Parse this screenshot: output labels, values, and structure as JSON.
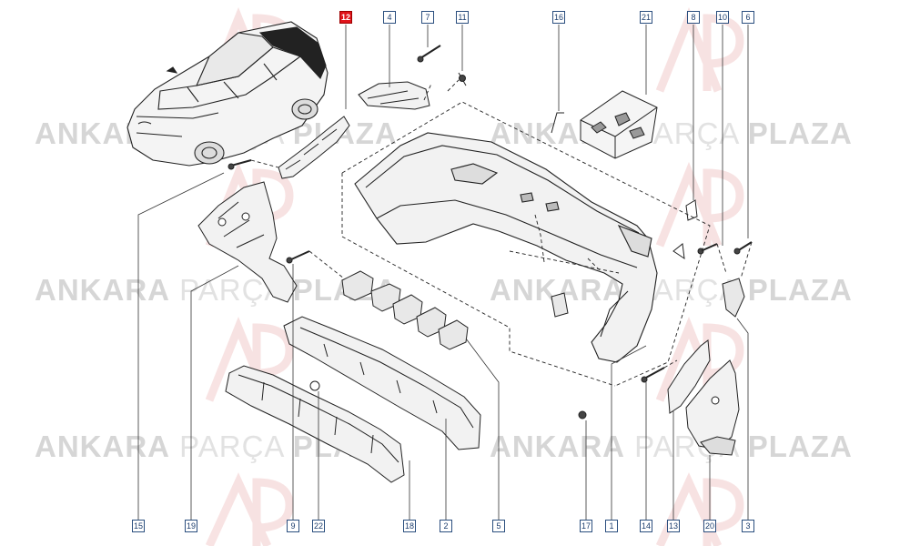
{
  "watermark": {
    "brand": "ANKARA",
    "middle": "PARÇA",
    "tail": "PLAZA"
  },
  "parts": {
    "p1": "1",
    "p2": "2",
    "p3": "3",
    "p4": "4",
    "p5": "5",
    "p6": "6",
    "p7": "7",
    "p8": "8",
    "p9": "9",
    "p10": "10",
    "p11": "11",
    "p12": "12",
    "p13": "13",
    "p14": "14",
    "p15": "15",
    "p16": "16",
    "p17": "17",
    "p18": "18",
    "p19": "19",
    "p20": "20",
    "p21": "21",
    "p22": "22"
  },
  "highlighted_part": "12",
  "colors": {
    "highlight": "#e0141b",
    "label_border": "#2a4e7e",
    "line": "#222222",
    "watermark": "#d6d6d6"
  }
}
